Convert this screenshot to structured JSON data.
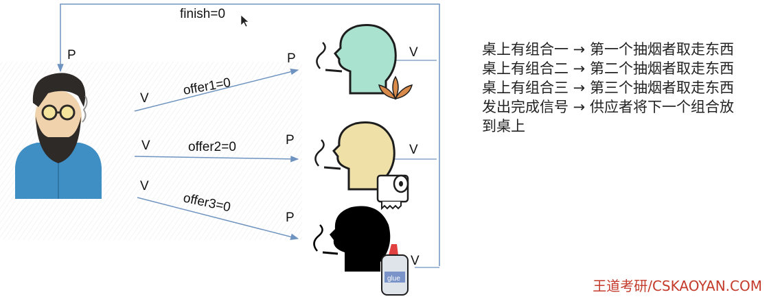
{
  "diagram": {
    "finish_label": "finish=0",
    "p_labels": [
      "P",
      "P",
      "P",
      "P"
    ],
    "v_labels": [
      "V",
      "V",
      "V",
      "V",
      "V",
      "V"
    ],
    "offers": [
      "offer1=0",
      "offer2=0",
      "offer3=0"
    ],
    "glue_text": "glue"
  },
  "rules": [
    "桌上有组合一 → 第一个抽烟者取走东西",
    "桌上有组合二 → 第二个抽烟者取走东西",
    "桌上有组合三 → 第三个抽烟者取走东西",
    "发出完成信号 → 供应者将下一个组合放",
    "到桌上"
  ],
  "watermark": "王道考研/CSKAOYAN.COM",
  "colors": {
    "arrow": "#6f93c0",
    "smoker1_face": "#a9e3cf",
    "smoker2_face": "#efe0a8",
    "smoker3_face": "#000000",
    "supplier_shirt": "#3f8fc4",
    "watermark": "#c43a2a"
  }
}
